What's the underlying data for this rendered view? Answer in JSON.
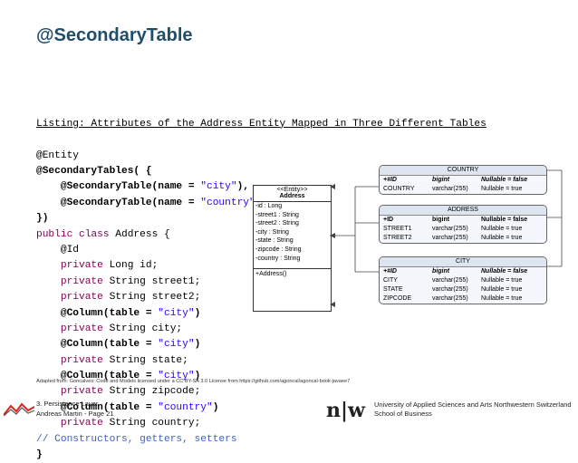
{
  "slide": {
    "title": "@SecondaryTable",
    "listing_caption": "Listing: Attributes of the Address Entity Mapped in Three Different Tables",
    "code_lines": [
      [
        {
          "t": "@Entity",
          "c": "plain"
        }
      ],
      [
        {
          "t": "@SecondaryTables( {",
          "c": "ann"
        }
      ],
      [
        {
          "t": "    @SecondaryTable(name = ",
          "c": "ann"
        },
        {
          "t": "\"city\"",
          "c": "str"
        },
        {
          "t": "),",
          "c": "ann"
        }
      ],
      [
        {
          "t": "    @SecondaryTable(name = ",
          "c": "ann"
        },
        {
          "t": "\"country\"",
          "c": "str"
        },
        {
          "t": ")",
          "c": "ann"
        }
      ],
      [
        {
          "t": "})",
          "c": "ann"
        }
      ],
      [
        {
          "t": "public class ",
          "c": "kw"
        },
        {
          "t": "Address {",
          "c": "plain"
        }
      ],
      [
        {
          "t": "    @Id",
          "c": "plain"
        }
      ],
      [
        {
          "t": "    private ",
          "c": "kw"
        },
        {
          "t": "Long id;",
          "c": "plain"
        }
      ],
      [
        {
          "t": "    private ",
          "c": "kw"
        },
        {
          "t": "String street1;",
          "c": "plain"
        }
      ],
      [
        {
          "t": "    private ",
          "c": "kw"
        },
        {
          "t": "String street2;",
          "c": "plain"
        }
      ],
      [
        {
          "t": "    @Column(table = ",
          "c": "ann"
        },
        {
          "t": "\"city\"",
          "c": "str"
        },
        {
          "t": ")",
          "c": "ann"
        }
      ],
      [
        {
          "t": "    private ",
          "c": "kw"
        },
        {
          "t": "String city;",
          "c": "plain"
        }
      ],
      [
        {
          "t": "    @Column(table = ",
          "c": "ann"
        },
        {
          "t": "\"city\"",
          "c": "str"
        },
        {
          "t": ")",
          "c": "ann"
        }
      ],
      [
        {
          "t": "    private ",
          "c": "kw"
        },
        {
          "t": "String state;",
          "c": "plain"
        }
      ],
      [
        {
          "t": "    @Column(table = ",
          "c": "ann"
        },
        {
          "t": "\"city\"",
          "c": "str"
        },
        {
          "t": ")",
          "c": "ann"
        }
      ],
      [
        {
          "t": "    private ",
          "c": "kw"
        },
        {
          "t": "String zipcode;",
          "c": "plain"
        }
      ],
      [
        {
          "t": "    @Column(table = ",
          "c": "ann"
        },
        {
          "t": "\"country\"",
          "c": "str"
        },
        {
          "t": ")",
          "c": "ann"
        }
      ],
      [
        {
          "t": "    private ",
          "c": "kw"
        },
        {
          "t": "String country;",
          "c": "plain"
        }
      ],
      [
        {
          "t": "// Constructors, getters, setters",
          "c": "cmt"
        }
      ],
      [
        {
          "t": "}",
          "c": "ann"
        }
      ]
    ],
    "uml": {
      "stereotype": "<<Entity>>",
      "name": "Address",
      "attributes": [
        "-id : Long",
        "-street1 : String",
        "-street2 : String",
        "-city : String",
        "-state : String",
        "-zipcode : String",
        "-country : String"
      ],
      "operation": "+Address()"
    },
    "tables": [
      {
        "name": "COUNTRY",
        "rows": [
          {
            "col": "+#ID",
            "type": "bigint",
            "null": "Nullable = false",
            "style": "pk ital"
          },
          {
            "col": "COUNTRY",
            "type": "varchar(255)",
            "null": "Nullable = true",
            "style": ""
          }
        ]
      },
      {
        "name": "ADDRESS",
        "rows": [
          {
            "col": "+ID",
            "type": "bigint",
            "null": "Nullable = false",
            "style": "pk"
          },
          {
            "col": "STREET1",
            "type": "varchar(255)",
            "null": "Nullable = true",
            "style": ""
          },
          {
            "col": "STREET2",
            "type": "varchar(255)",
            "null": "Nullable = true",
            "style": ""
          }
        ]
      },
      {
        "name": "CITY",
        "rows": [
          {
            "col": "+#ID",
            "type": "bigint",
            "null": "Nullable = false",
            "style": "pk ital"
          },
          {
            "col": "CITY",
            "type": "varchar(255)",
            "null": "Nullable = true",
            "style": ""
          },
          {
            "col": "STATE",
            "type": "varchar(255)",
            "null": "Nullable = true",
            "style": ""
          },
          {
            "col": "ZIPCODE",
            "type": "varchar(255)",
            "null": "Nullable = true",
            "style": ""
          }
        ]
      }
    ],
    "credit": "Adapted from: Goncalves: Code and Models licensed under a CC BY-SA 3.0 License from https://github.com/agoncal/agoncal-book-javaee7",
    "footer": {
      "line1": "3. Persistence Layer",
      "line2": "Andreas Martin - Page 21",
      "logo_text": "n|w",
      "univ_line1": "University of Applied Sciences and Arts Northwestern Switzerland",
      "univ_line2": "School of Business"
    }
  },
  "colors": {
    "title": "#1f4e6b",
    "keyword": "#7f0055",
    "string": "#2a00ff",
    "comment": "#3f5fbf"
  }
}
